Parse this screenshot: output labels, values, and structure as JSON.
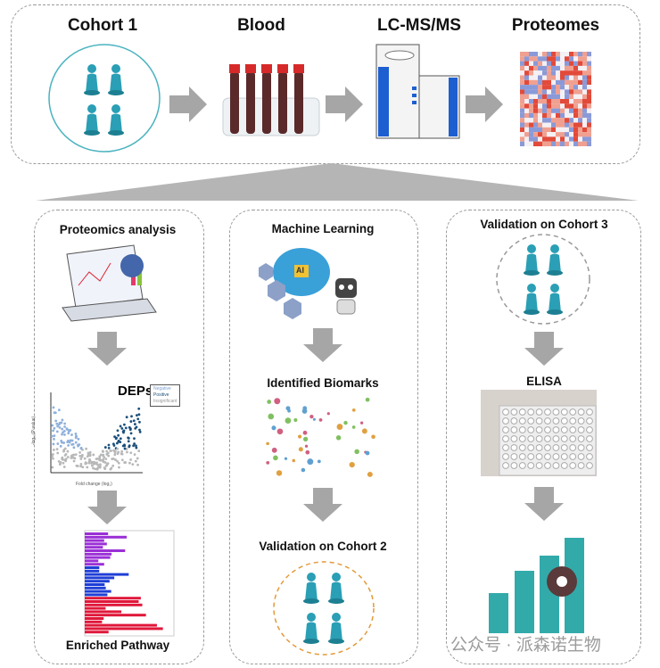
{
  "top": {
    "steps": [
      "Cohort 1",
      "Blood",
      "LC-MS/MS",
      "Proteomes"
    ]
  },
  "left": {
    "title": "Proteomics analysis",
    "deps_label": "DEPs",
    "legend": [
      "Negative",
      "Positive",
      "Insignificant"
    ],
    "xlabel": "Fold change (log₂)",
    "ylabel": "-log₁₀(P-value)",
    "result": "Enriched Pathway"
  },
  "middle": {
    "title": "Machine Learning",
    "step2": "Identified Biomarks",
    "step3": "Validation on Cohort 2",
    "ai_label": "AI"
  },
  "right": {
    "title": "Validation on Cohort 3",
    "step2": "ELISA"
  },
  "watermark": "公众号 · 派森诺生物",
  "colors": {
    "teal": "#2a9fb5",
    "arrow": "#a6a6a6",
    "bars": "#33aaaa",
    "pathway_purple": "#9b2fd6",
    "pathway_blue": "#1f3fd6",
    "pathway_red": "#e0183a"
  }
}
